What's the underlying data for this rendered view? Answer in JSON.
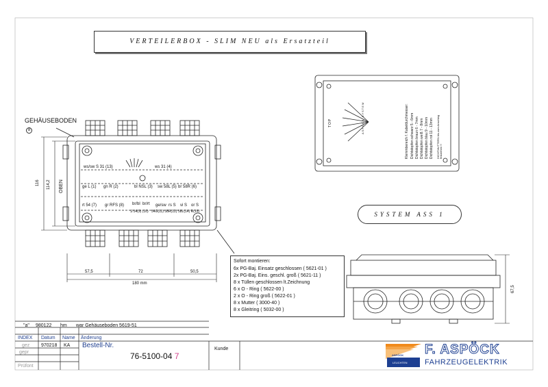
{
  "title": "VERTEILERBOX - SLIM NEU als Ersatzteil",
  "view_label": "GEHÄUSEBODEN",
  "view_label_marker": "8",
  "side_label": "OBEN",
  "dimensions": {
    "height_outer": "116",
    "height_inner": "114,2",
    "seg_left": "57,5",
    "seg_middle": "72",
    "seg_right": "50,5",
    "total_width": "180 mm",
    "side_height": "67,5"
  },
  "terminals": {
    "row1": [
      "ws/sw S 31 (13)",
      "ws 31 (4)"
    ],
    "row2": [
      "ge L (1)",
      "gn R (2)",
      "bl NSL (3)",
      "sw 58L (5)",
      "br 58R (6)"
    ],
    "row3": [
      "rt 54 (7)",
      "gr RFS (8)",
      "br/bl",
      "br/rt",
      "ge/sw",
      "rs S",
      "vi S",
      "or S"
    ],
    "row4": [
      "S 54(9) (10)",
      "54G(11) 58R(12)",
      "58L(14) R(15)"
    ]
  },
  "top_view": {
    "side_text": "TOP",
    "brand_small": "ASPÖCK SYSTEM",
    "text_header": "Klemmbereich f. Kabeldurchmesser:",
    "text_lines": [
      "Dichtstopfen schwarz   5 - 6mm",
      "Dichtstopfen braun     6 - 7mm",
      "Dichtstopfen weiß      7 - 8mm",
      "Dichtstopfen blau      9 - 10mm",
      "Dichtstopfen rot      11 - 13mm"
    ],
    "text_note": "DICHTMUTTERN bis zum Anschlag festziehen !!"
  },
  "system_label": "SYSTEM ASS 1",
  "notes": {
    "heading": "Sofort montieren:",
    "lines": [
      "6x PG-Baj. Einsatz geschlossen ( 5621-01 )",
      "2x PG-Baj. Eins. geschl. groß  ( 5621-11 )",
      "8 x Tüllen geschlossen lt.Zeichnung",
      "6 x O - Ring ( 5622-00 )",
      "2 x O - Ring groß ( 5622-01 )",
      "8 x Mutter ( 3000-40 )",
      "8 x Gleitring ( 5032-00 )"
    ]
  },
  "title_block": {
    "revision": {
      "index": "\"a\"",
      "date": "980122",
      "name": "hm",
      "change": "war Gehäuseboden 5619-51"
    },
    "headers": {
      "index": "INDEX",
      "date": "Datum",
      "name": "Name",
      "change": "Änderung"
    },
    "row_labels": [
      "gez",
      "gepr",
      "Prüfont"
    ],
    "drawn": {
      "date": "970218",
      "name": "KA"
    },
    "order_label": "Bestell-Nr.",
    "order_number": "76-5100-04",
    "order_suffix": "7",
    "customer_label": "Kunde"
  },
  "logo": {
    "brand": "F. ASPÖCK",
    "subtitle": "FAHRZEUGELEKTRIK",
    "mark_top": "ASPÖCK",
    "mark_bottom": "LEUCHTEN"
  },
  "colors": {
    "brand_blue": "#1d3f91",
    "logo_orange": "#f08a1c",
    "suffix_pink": "#d0408a"
  }
}
